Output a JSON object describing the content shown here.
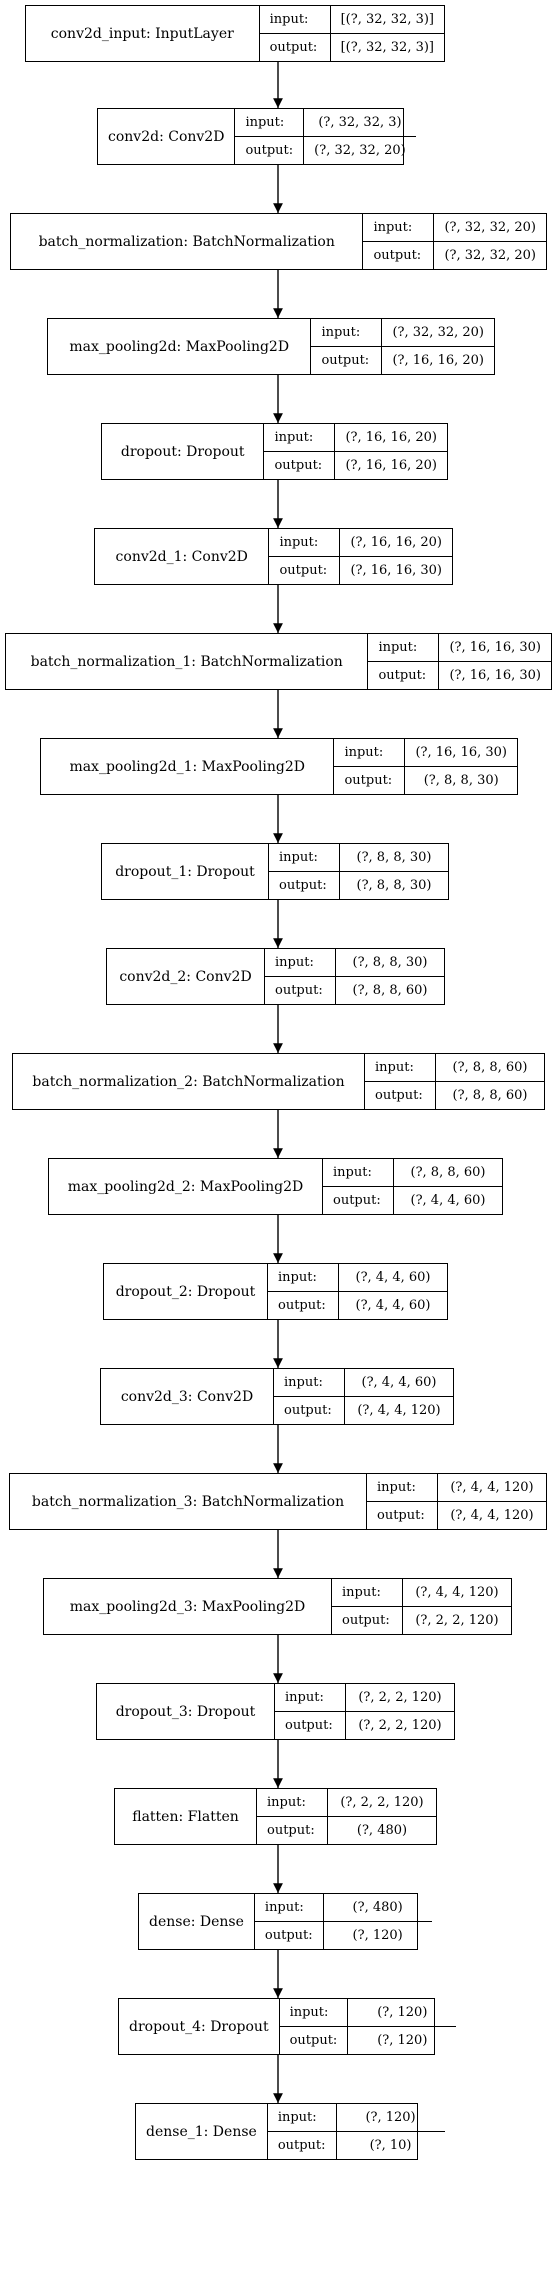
{
  "labels": {
    "input": "input:",
    "output": "output:"
  },
  "layers": [
    {
      "name": "conv2d_input: InputLayer",
      "input": "[(?, 32, 32, 3)]",
      "output": "[(?, 32, 32, 3)]"
    },
    {
      "name": "conv2d: Conv2D",
      "input": "(?, 32, 32, 3)",
      "output": "(?, 32, 32, 20)"
    },
    {
      "name": "batch_normalization: BatchNormalization",
      "input": "(?, 32, 32, 20)",
      "output": "(?, 32, 32, 20)"
    },
    {
      "name": "max_pooling2d: MaxPooling2D",
      "input": "(?, 32, 32, 20)",
      "output": "(?, 16, 16, 20)"
    },
    {
      "name": "dropout: Dropout",
      "input": "(?, 16, 16, 20)",
      "output": "(?, 16, 16, 20)"
    },
    {
      "name": "conv2d_1: Conv2D",
      "input": "(?, 16, 16, 20)",
      "output": "(?, 16, 16, 30)"
    },
    {
      "name": "batch_normalization_1: BatchNormalization",
      "input": "(?, 16, 16, 30)",
      "output": "(?, 16, 16, 30)"
    },
    {
      "name": "max_pooling2d_1: MaxPooling2D",
      "input": "(?, 16, 16, 30)",
      "output": "(?, 8, 8, 30)"
    },
    {
      "name": "dropout_1: Dropout",
      "input": "(?, 8, 8, 30)",
      "output": "(?, 8, 8, 30)"
    },
    {
      "name": "conv2d_2: Conv2D",
      "input": "(?, 8, 8, 30)",
      "output": "(?, 8, 8, 60)"
    },
    {
      "name": "batch_normalization_2: BatchNormalization",
      "input": "(?, 8, 8, 60)",
      "output": "(?, 8, 8, 60)"
    },
    {
      "name": "max_pooling2d_2: MaxPooling2D",
      "input": "(?, 8, 8, 60)",
      "output": "(?, 4, 4, 60)"
    },
    {
      "name": "dropout_2: Dropout",
      "input": "(?, 4, 4, 60)",
      "output": "(?, 4, 4, 60)"
    },
    {
      "name": "conv2d_3: Conv2D",
      "input": "(?, 4, 4, 60)",
      "output": "(?, 4, 4, 120)"
    },
    {
      "name": "batch_normalization_3: BatchNormalization",
      "input": "(?, 4, 4, 120)",
      "output": "(?, 4, 4, 120)"
    },
    {
      "name": "max_pooling2d_3: MaxPooling2D",
      "input": "(?, 4, 4, 120)",
      "output": "(?, 2, 2, 120)"
    },
    {
      "name": "dropout_3: Dropout",
      "input": "(?, 2, 2, 120)",
      "output": "(?, 2, 2, 120)"
    },
    {
      "name": "flatten: Flatten",
      "input": "(?, 2, 2, 120)",
      "output": "(?, 480)"
    },
    {
      "name": "dense: Dense",
      "input": "(?, 480)",
      "output": "(?, 120)"
    },
    {
      "name": "dropout_4: Dropout",
      "input": "(?, 120)",
      "output": "(?, 120)"
    },
    {
      "name": "dense_1: Dense",
      "input": "(?, 120)",
      "output": "(?, 10)"
    }
  ]
}
